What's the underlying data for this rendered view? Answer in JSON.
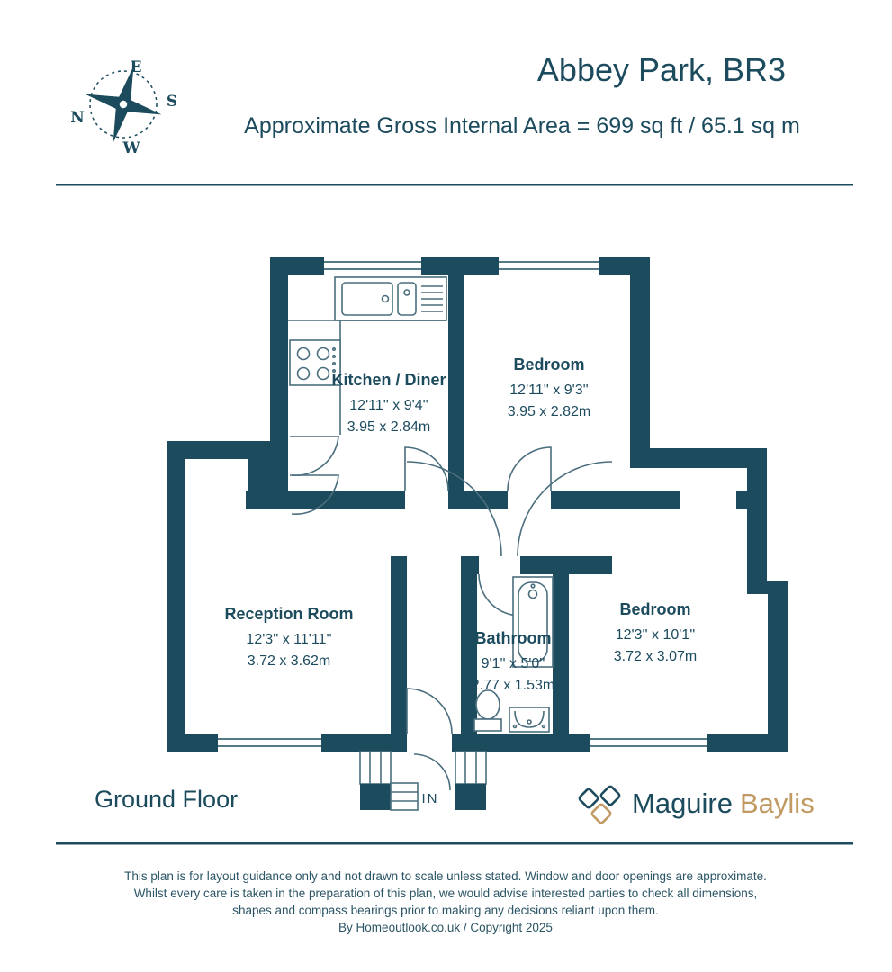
{
  "header": {
    "title": "Abbey Park, BR3",
    "subtitle": "Approximate Gross Internal Area = 699 sq ft / 65.1 sq m"
  },
  "compass": {
    "north": "N",
    "east": "E",
    "south": "S",
    "west": "W"
  },
  "rooms": {
    "kitchen": {
      "name": "Kitchen / Diner",
      "imperial": "12'11'' x 9'4''",
      "metric": "3.95 x 2.84m"
    },
    "bedroom1": {
      "name": "Bedroom",
      "imperial": "12'11'' x 9'3''",
      "metric": "3.95 x 2.82m"
    },
    "reception": {
      "name": "Reception Room",
      "imperial": "12'3'' x 11'11''",
      "metric": "3.72 x 3.62m"
    },
    "bathroom": {
      "name": "Bathroom",
      "imperial": "9'1'' x 5'0''",
      "metric": "2.77 x 1.53m"
    },
    "bedroom2": {
      "name": "Bedroom",
      "imperial": "12'3'' x 10'1''",
      "metric": "3.72 x 3.07m"
    }
  },
  "plan": {
    "floor_label": "Ground Floor",
    "entrance_label": "IN"
  },
  "branding": {
    "name_primary": "Maguire",
    "name_secondary": "Baylis"
  },
  "colors": {
    "wall": "#1c4b5e",
    "accent_gold": "#c09a62",
    "detail_line": "#4a6e7e"
  },
  "footer": {
    "lines": [
      "This plan is for layout guidance only and not drawn to scale unless stated. Window and door openings are approximate.",
      "Whilst every care is taken in the preparation of this plan, we would advise interested parties to check all dimensions,",
      "shapes and compass bearings prior to making any decisions reliant upon them.",
      "By Homeoutlook.co.uk / Copyright 2025"
    ]
  }
}
